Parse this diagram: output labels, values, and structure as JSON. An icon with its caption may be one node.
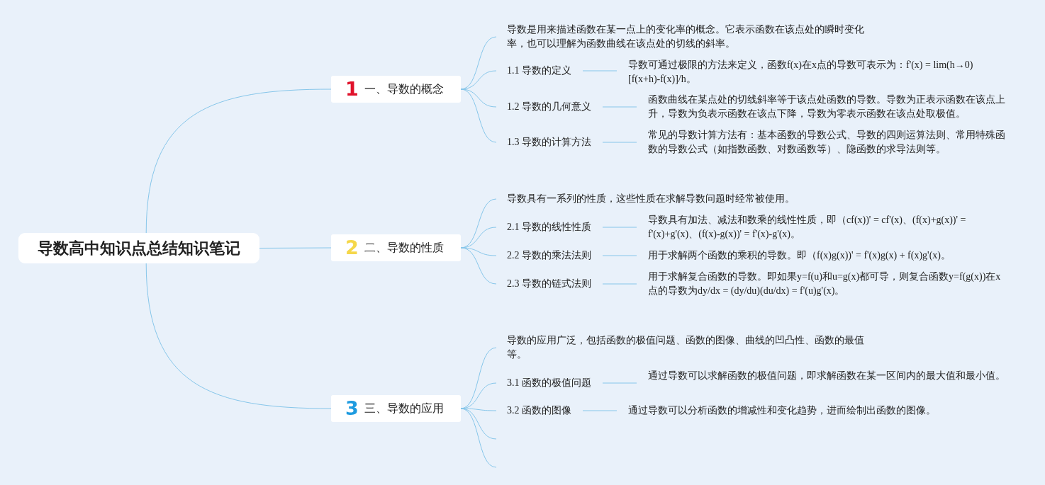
{
  "diagram": {
    "nodes": [
      {
        "text": [
          "导数高中知识点总结知识笔记"
        ]
      },
      {
        "text": [
          "1",
          "一、导数的概念"
        ]
      },
      {
        "text": [
          "导数是用来描述函数在某一点上的变化率的概念。它表示函数在该点处的瞬时变化率，也可以理解为函数曲线在该点处的切线的斜率。"
        ]
      },
      {
        "text": [
          "1.1 导数的定义"
        ]
      },
      {
        "text": [
          "导数可通过极限的方法来定义，函数f(x)在x点的导数可表示为：f'(x) = lim(h→0) [f(x+h)-f(x)]/h。"
        ]
      },
      {
        "text": [
          "1.2 导数的几何意义"
        ]
      },
      {
        "text": [
          "函数曲线在某点处的切线斜率等于该点处函数的导数。导数为正表示函数在该点上升，导数为负表示函数在该点下降，导数为零表示函数在该点处取极值。"
        ]
      },
      {
        "text": [
          "1.3 导数的计算方法"
        ]
      },
      {
        "text": [
          "常见的导数计算方法有：基本函数的导数公式、导数的四则运算法则、常用特殊函数的导数公式（如指数函数、对数函数等）、隐函数的求导法则等。"
        ]
      },
      {
        "text": [
          "2",
          "二、导数的性质"
        ]
      },
      {
        "text": [
          "导数具有一系列的性质，这些性质在求解导数问题时经常被使用。"
        ]
      },
      {
        "text": [
          "2.1 导数的线性性质"
        ]
      },
      {
        "text": [
          "导数具有加法、减法和数乘的线性性质，即（cf(x))' = cf'(x)、(f(x)+g(x))' = f'(x)+g'(x)、(f(x)-g(x))' = f'(x)-g'(x)。"
        ]
      },
      {
        "text": [
          "2.2 导数的乘法法则"
        ]
      },
      {
        "text": [
          "用于求解两个函数的乘积的导数。即（f(x)g(x))' = f'(x)g(x) + f(x)g'(x)。"
        ]
      },
      {
        "text": [
          "2.3 导数的链式法则"
        ]
      },
      {
        "text": [
          "用于求解复合函数的导数。即如果y=f(u)和u=g(x)都可导，则复合函数y=f(g(x))在x点的导数为dy/dx = (dy/du)(du/dx) = f'(u)g'(x)。"
        ]
      },
      {
        "text": [
          "3",
          "三、导数的应用"
        ]
      },
      {
        "text": [
          "导数的应用广泛，包括函数的极值问题、函数的图像、曲线的凹凸性、函数的最值等。"
        ]
      },
      {
        "text": [
          "3.1 函数的极值问题"
        ]
      },
      {
        "text": [
          "通过导数可以求解函数的极值问题，即求解函数在某一区间内的最大值和最小值。"
        ]
      },
      {
        "text": [
          "3.2 函数的图像"
        ]
      },
      {
        "text": [
          "通过导数可以分析函数的增减性和变化趋势，进而绘制出函数的图像。"
        ]
      }
    ],
    "edges": [
      {
        "from": 0,
        "to": 1,
        "arrow": "none"
      },
      {
        "from": 0,
        "to": 9,
        "arrow": "none"
      },
      {
        "from": 0,
        "to": 17,
        "arrow": "none"
      },
      {
        "from": 1,
        "to": 2,
        "arrow": "none"
      },
      {
        "from": 1,
        "to": 3,
        "arrow": "none"
      },
      {
        "from": 1,
        "to": 5,
        "arrow": "none"
      },
      {
        "from": 1,
        "to": 7,
        "arrow": "none"
      },
      {
        "from": 3,
        "to": 4,
        "arrow": "none"
      },
      {
        "from": 5,
        "to": 6,
        "arrow": "none"
      },
      {
        "from": 7,
        "to": 8,
        "arrow": "none"
      },
      {
        "from": 9,
        "to": 10,
        "arrow": "none"
      },
      {
        "from": 9,
        "to": 11,
        "arrow": "none"
      },
      {
        "from": 9,
        "to": 13,
        "arrow": "none"
      },
      {
        "from": 9,
        "to": 15,
        "arrow": "none"
      },
      {
        "from": 11,
        "to": 12,
        "arrow": "none"
      },
      {
        "from": 13,
        "to": 14,
        "arrow": "none"
      },
      {
        "from": 15,
        "to": 16,
        "arrow": "none"
      },
      {
        "from": 17,
        "to": 18,
        "arrow": "none"
      },
      {
        "from": 17,
        "to": 19,
        "arrow": "none"
      },
      {
        "from": 17,
        "to": 21,
        "arrow": "none"
      },
      {
        "from": 17,
        "to": null,
        "arrow": "none"
      },
      {
        "from": 17,
        "to": null,
        "arrow": "none"
      },
      {
        "from": 19,
        "to": 20,
        "arrow": "none"
      },
      {
        "from": 21,
        "to": 22,
        "arrow": "none"
      }
    ]
  }
}
